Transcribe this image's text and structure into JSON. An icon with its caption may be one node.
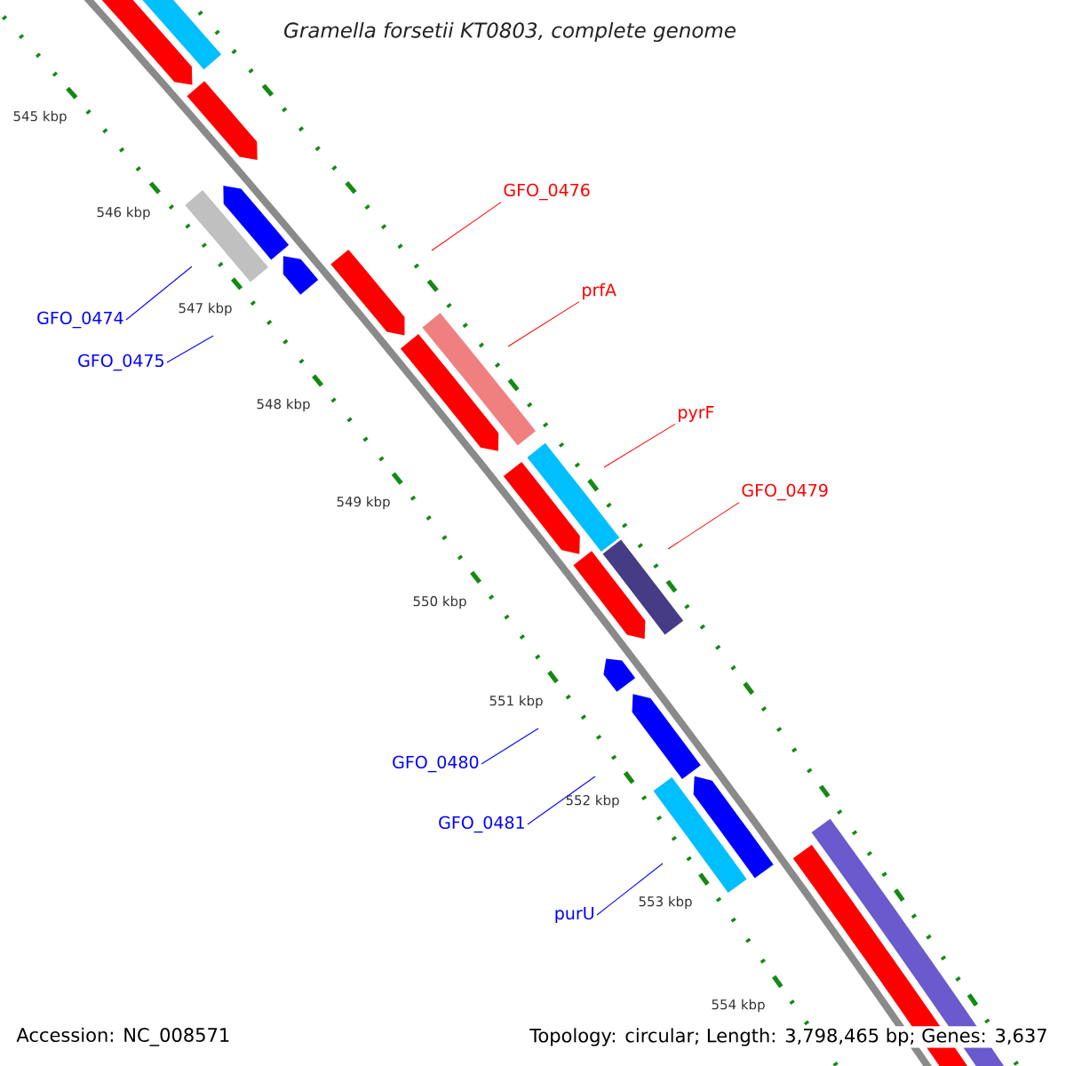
{
  "diagram": {
    "title": "Gramella forsetii KT0803, complete genome",
    "nodes": [
      {
        "text": [
          "GFO_0476"
        ]
      },
      {
        "text": [
          "prfA"
        ]
      },
      {
        "text": [
          "GFO_0474"
        ]
      },
      {
        "text": [
          "GFO_0475"
        ]
      },
      {
        "text": [
          "pyrF"
        ]
      },
      {
        "text": [
          "GFO_0479"
        ]
      },
      {
        "text": [
          "GFO_0480"
        ]
      },
      {
        "text": [
          "GFO_0481"
        ]
      },
      {
        "text": [
          "purU"
        ]
      }
    ],
    "edges": [
      {
        "from": 0,
        "to": null,
        "arrow": "none",
        "color": "#ff0000"
      },
      {
        "from": 1,
        "to": null,
        "arrow": "none",
        "color": "#ff0000"
      },
      {
        "from": 2,
        "to": null,
        "arrow": "none",
        "color": "#0000ff"
      },
      {
        "from": 3,
        "to": null,
        "arrow": "none",
        "color": "#0000ff"
      },
      {
        "from": 4,
        "to": null,
        "arrow": "none",
        "color": "#ff0000"
      },
      {
        "from": 5,
        "to": null,
        "arrow": "none",
        "color": "#ff0000"
      },
      {
        "from": 6,
        "to": null,
        "arrow": "none",
        "color": "#0000ff"
      },
      {
        "from": 7,
        "to": null,
        "arrow": "none",
        "color": "#0000ff"
      },
      {
        "from": 8,
        "to": null,
        "arrow": "none",
        "color": "#0000ff"
      }
    ],
    "labels": [
      "545 kbp",
      "546 kbp",
      "547 kbp",
      "548 kbp",
      "549 kbp",
      "550 kbp",
      "551 kbp",
      "552 kbp",
      "553 kbp",
      "554 kbp",
      "Accession: NC_008571",
      "Topology: circular; Length: 3,798,465 bp; Genes: 3,637"
    ]
  }
}
